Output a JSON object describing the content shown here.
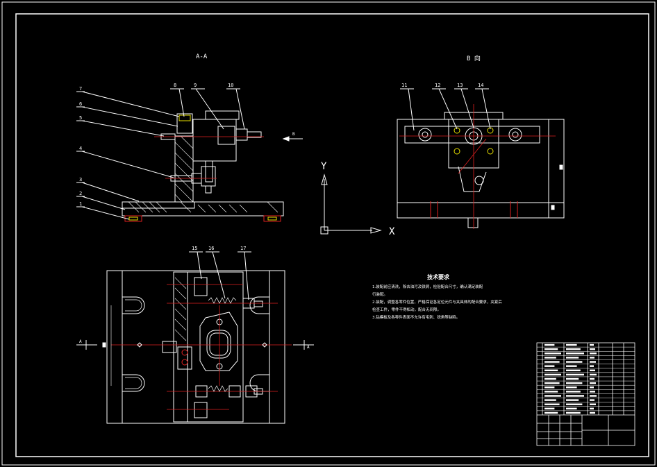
{
  "views": {
    "section_label": "A-A",
    "view_b_label": "B 向"
  },
  "callouts": {
    "left": [
      "7",
      "6",
      "5",
      "4",
      "3",
      "2",
      "1"
    ],
    "top_left": [
      "8",
      "9",
      "10"
    ],
    "view_b": [
      "11",
      "12",
      "13",
      "14"
    ],
    "plan": [
      "15",
      "16",
      "17"
    ]
  },
  "axis": {
    "y": "Y",
    "x": "X"
  },
  "markers": {
    "b": "B",
    "a_left": "A",
    "a_right": "A"
  },
  "notes": {
    "title": "技术要求",
    "lines": [
      "1.装配前应清洗，除去油污及铁屑，检验配合尺寸，确认满足装配",
      "行装配。",
      "2.装配，调整各零件位置，严格保证各定位元件与夹具体的配合要求，夹紧后",
      "检查工件，零件不得松动，配合无间隙。",
      "3.钻模板及各零件表面不允许有毛刺、锐角等缺陷。"
    ]
  },
  "colors": {
    "line": "#ffffff",
    "center": "#e02020",
    "yellow": "#e8e000",
    "bg": "#000000"
  }
}
